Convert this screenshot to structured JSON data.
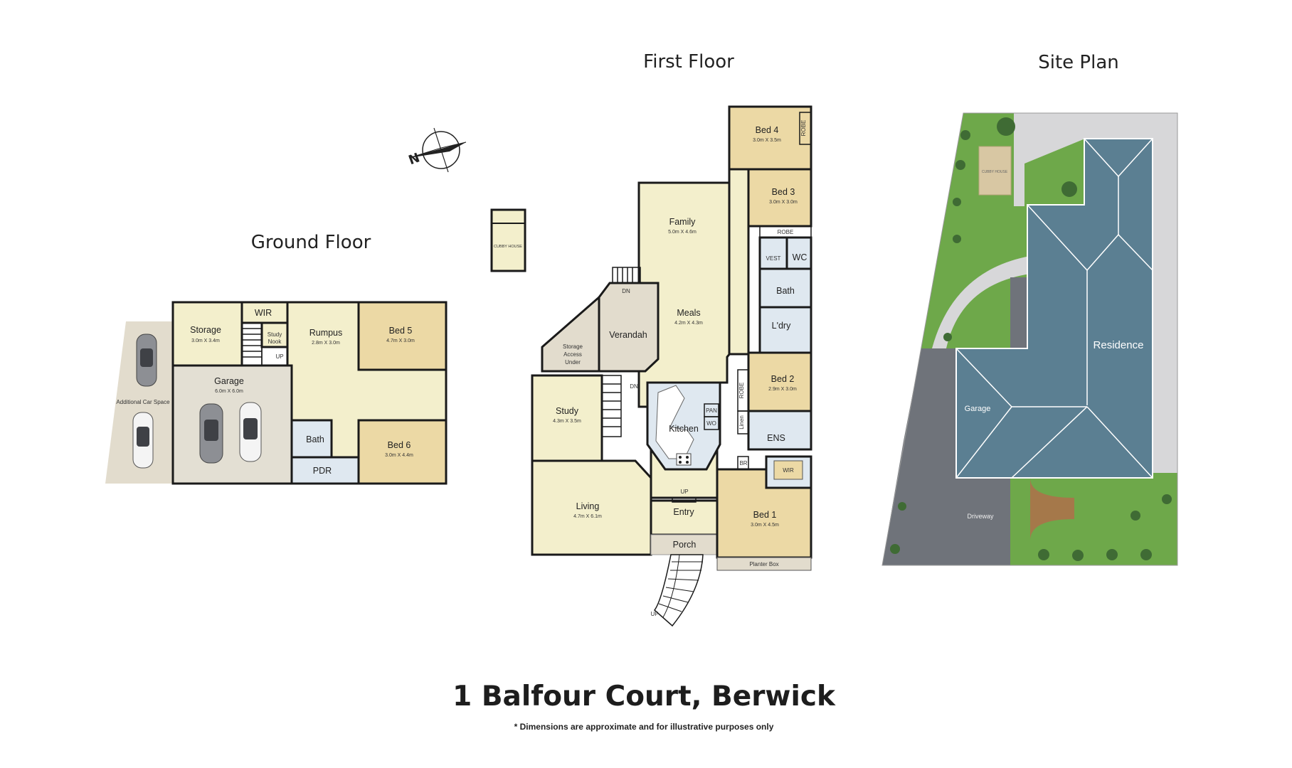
{
  "headings": {
    "ground_floor": "Ground Floor",
    "first_floor": "First Floor",
    "site_plan": "Site Plan"
  },
  "ground_floor": {
    "storage": {
      "name": "Storage",
      "dims": "3.0m X 3.4m"
    },
    "wir": {
      "name": "WIR"
    },
    "study_nook": {
      "line1": "Study",
      "line2": "Nook"
    },
    "up": "UP",
    "rumpus": {
      "name": "Rumpus",
      "dims": "2.8m X 3.0m"
    },
    "bed5": {
      "name": "Bed 5",
      "dims": "4.7m X 3.0m"
    },
    "garage": {
      "name": "Garage",
      "dims": "6.0m X 6.0m"
    },
    "additional_car_space": "Additional Car Space",
    "bath": {
      "name": "Bath"
    },
    "pdr": {
      "name": "PDR"
    },
    "bed6": {
      "name": "Bed 6",
      "dims": "3.0m X 4.4m"
    }
  },
  "cubby_house": "CUBBY HOUSE",
  "first_floor": {
    "bed4": {
      "name": "Bed 4",
      "dims": "3.0m X 3.5m"
    },
    "robe_bed4": "ROBE",
    "bed3": {
      "name": "Bed 3",
      "dims": "3.0m X 3.0m"
    },
    "robe_bed3": "ROBE",
    "vest": "VEST",
    "wc": "WC",
    "bath": "Bath",
    "ldry": "L'dry",
    "family": {
      "name": "Family",
      "dims": "5.0m X 4.6m"
    },
    "meals": {
      "name": "Meals",
      "dims": "4.2m X 4.3m"
    },
    "verandah": {
      "name": "Verandah",
      "dn": "DN"
    },
    "storage_access": {
      "line1": "Storage",
      "line2": "Access",
      "line3": "Under"
    },
    "study": {
      "name": "Study",
      "dims": "4.3m X 3.5m"
    },
    "stair_dn": "DN",
    "kitchen": {
      "name": "Kitchen",
      "pan": "PAN",
      "wo": "WO"
    },
    "robe_bed2": "ROBE",
    "bed2": {
      "name": "Bed 2",
      "dims": "2.9m X 3.0m"
    },
    "linen": "Linen",
    "ens": "ENS",
    "br": "BR",
    "wir": "WIR",
    "bed1": {
      "name": "Bed 1",
      "dims": "3.0m X 4.5m"
    },
    "living": {
      "name": "Living",
      "dims": "4.7m X 6.1m"
    },
    "entry": {
      "name": "Entry",
      "up": "UP"
    },
    "porch": "Porch",
    "planter_box": "Planter Box",
    "stairs_up": "UP"
  },
  "site_plan": {
    "cubby_house": "CUBBY HOUSE",
    "residence": "Residence",
    "garage": "Garage",
    "driveway": "Driveway"
  },
  "compass": {
    "letter": "N"
  },
  "footer": {
    "title": "1 Balfour Court, Berwick",
    "note": "* Dimensions are approximate and for illustrative purposes only"
  },
  "colors": {
    "room_cream": "#f3efcc",
    "room_tan": "#ecd9a5",
    "wet_blue": "#dfe8f0",
    "outdoor_beige": "#e2dccd",
    "garage_grey": "#e3dfd3",
    "roof_blue": "#5b7f92",
    "lawn_green": "#6ea84a",
    "driveway_grey": "#6f737a",
    "path_grey": "#d7d7d9"
  }
}
